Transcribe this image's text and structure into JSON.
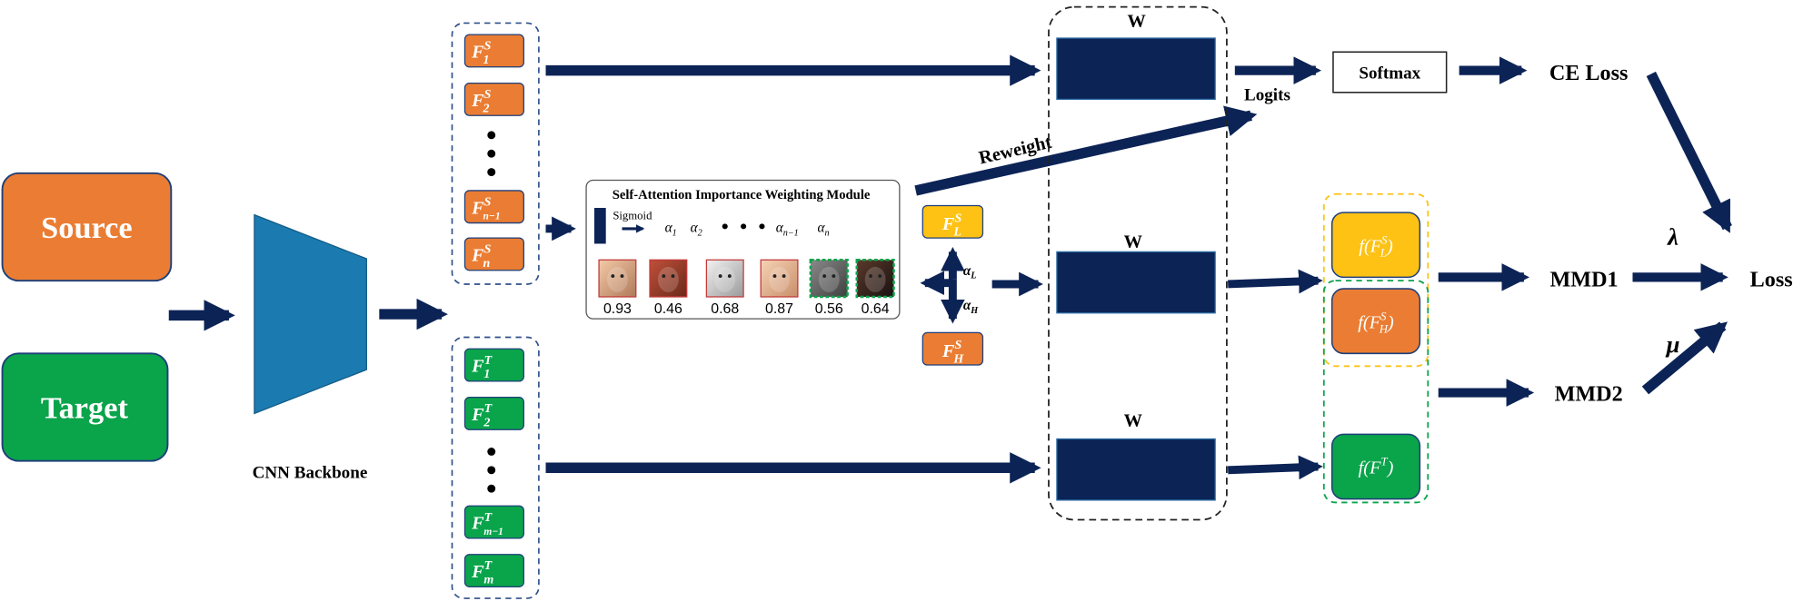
{
  "domains": {
    "source": "Source",
    "target": "Target"
  },
  "backbone": "CNN Backbone",
  "feature_main": "F",
  "source_features": [
    {
      "sup": "S",
      "sub": "1"
    },
    {
      "sup": "S",
      "sub": "2"
    },
    {
      "sup": "S",
      "sub": "n−1"
    },
    {
      "sup": "S",
      "sub": "n"
    }
  ],
  "target_features": [
    {
      "sup": "T",
      "sub": "1"
    },
    {
      "sup": "T",
      "sub": "2"
    },
    {
      "sup": "T",
      "sub": "m−1"
    },
    {
      "sup": "T",
      "sub": "m"
    }
  ],
  "module": {
    "title": "Self-Attention Importance Weighting Module",
    "sigmoid": "Sigmoid",
    "alphas": [
      "α",
      "α",
      "α",
      "α"
    ],
    "alpha_subs": [
      "1",
      "2",
      "n−1",
      "n"
    ],
    "scores": [
      "0.93",
      "0.46",
      "0.68",
      "0.87",
      "0.56",
      "0.64"
    ]
  },
  "split": {
    "low": {
      "sup": "S",
      "sub": "L"
    },
    "high": {
      "sup": "S",
      "sub": "H"
    },
    "alpha_l": {
      "main": "α",
      "sub": "L"
    },
    "alpha_h": {
      "main": "α",
      "sub": "H"
    }
  },
  "w_label": "W",
  "labels": {
    "reweight": "Reweight",
    "logits": "Logits",
    "softmax": "Softmax",
    "ce_loss": "CE Loss",
    "mmd1": "MMD1",
    "mmd2": "MMD2",
    "loss": "Loss",
    "lambda": "λ",
    "mu": "μ"
  },
  "projected": {
    "f_prefix": "f(",
    "f_suffix": ")",
    "fl": {
      "sup": "S",
      "sub": "L"
    },
    "fh": {
      "sup": "S",
      "sub": "H"
    },
    "ft": {
      "sup": "T"
    }
  },
  "colors": {
    "navy": "#0c2356",
    "orange": "#ea7d33",
    "green": "#0aa44b",
    "yellow": "#fdc214",
    "teal": "#1b7bb0"
  },
  "icons": [
    "face-thumbnail-icon"
  ]
}
